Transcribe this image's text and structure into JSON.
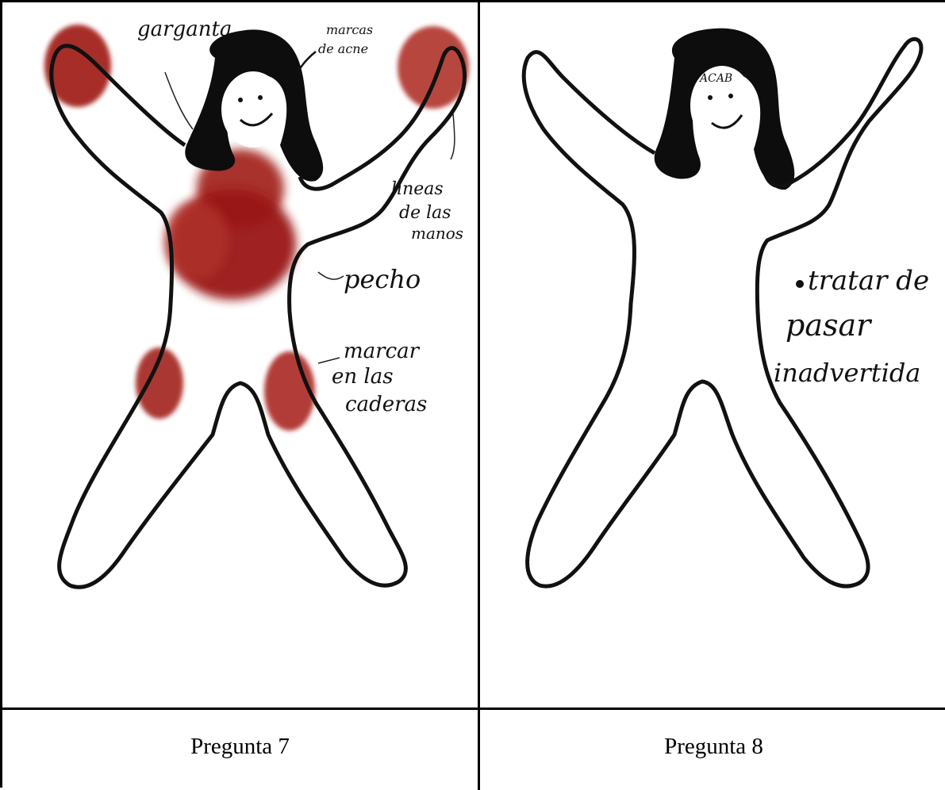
{
  "figure_1": {
    "caption": "Pregunta 7",
    "annotations": {
      "garganta": "garganta",
      "acne_line1": "marcas",
      "acne_line2": "de acne",
      "hands_line1": "lineas",
      "hands_line2": "de las",
      "hands_line3": "manos",
      "chest": "pecho",
      "hips_line1": "marcar",
      "hips_line2": "en las",
      "hips_line3": "caderas"
    },
    "colors": {
      "mark": "#a01a14",
      "outline": "#111111",
      "hair": "#0d0d0d"
    }
  },
  "figure_2": {
    "caption": "Pregunta 8",
    "forehead_label": "ACAB",
    "note_line1": "tratar de",
    "note_line2": "pasar",
    "note_line3": "inadvertida"
  }
}
